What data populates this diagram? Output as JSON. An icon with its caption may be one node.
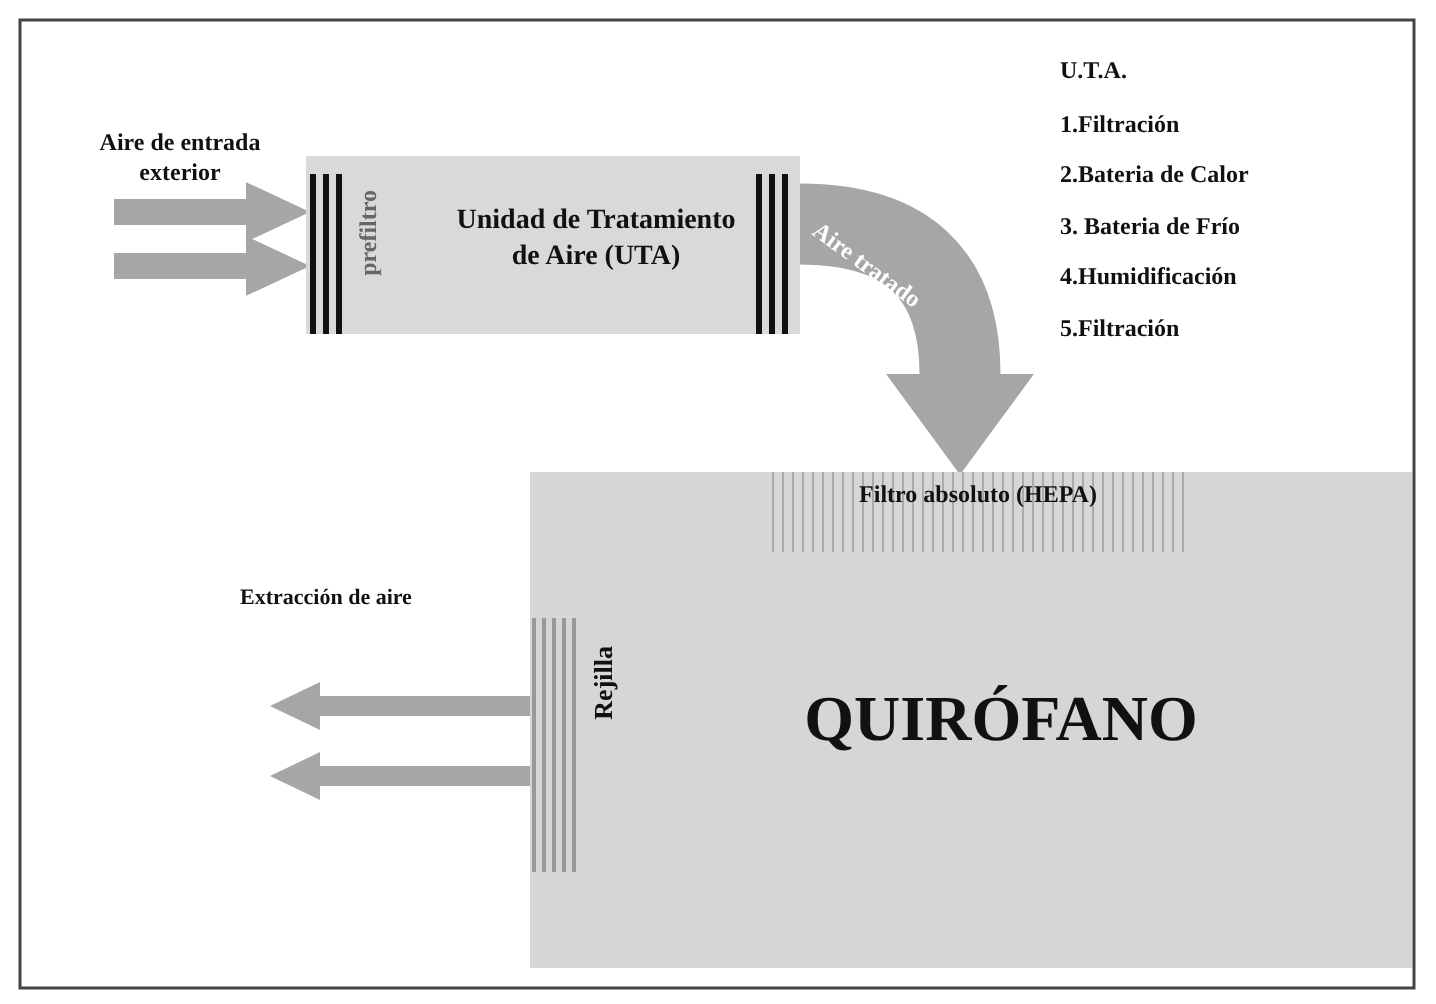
{
  "diagram": {
    "nodes": [
      {
        "text": [
          "Unidad de Tratamiento de Aire (UTA)"
        ]
      },
      {
        "text": [
          "prefiltro"
        ],
        "in": 0
      },
      {
        "text": [
          "QUIRÓFANO"
        ]
      },
      {
        "text": [
          "Filtro absoluto (HEPA)"
        ],
        "in": 2
      },
      {
        "text": [
          "Rejilla"
        ],
        "in": 2
      }
    ],
    "edges": [
      {
        "from": null,
        "to": 0,
        "arrow": "to"
      },
      {
        "from": null,
        "to": 0,
        "arrow": "to"
      },
      {
        "from": 0,
        "to": 3,
        "arrow": "to",
        "label": "Aire tratado",
        "style": "thick"
      },
      {
        "from": 4,
        "to": null,
        "arrow": "to"
      },
      {
        "from": 4,
        "to": null,
        "arrow": "to"
      }
    ],
    "labels": [
      "Aire de entrada exterior",
      "U.T.A.",
      "1.Filtración",
      "2.Bateria de Calor",
      "3. Bateria de Frío",
      "4.Humidificación",
      "5.Filtración",
      "Extracción de aire"
    ]
  }
}
